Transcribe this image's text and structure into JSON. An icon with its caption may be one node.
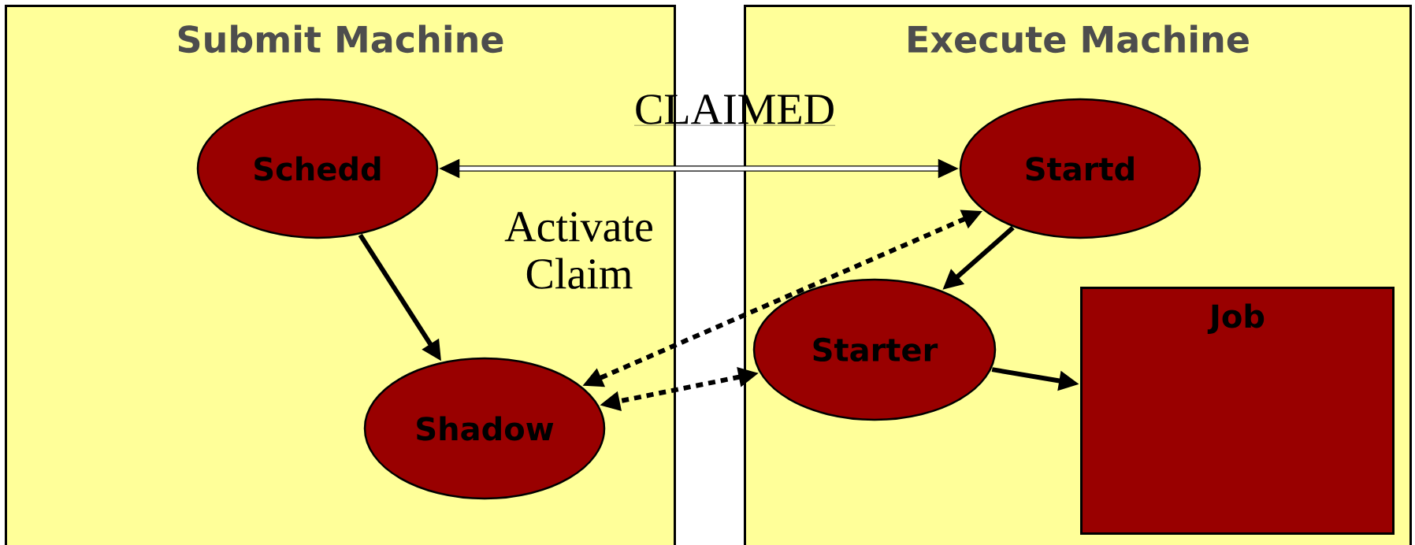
{
  "diagram": {
    "nodes": [
      {
        "text": [
          "Submit Machine"
        ]
      },
      {
        "text": [
          "Execute Machine"
        ]
      },
      {
        "text": [
          "Schedd"
        ],
        "in": 0
      },
      {
        "text": [
          "Shadow"
        ],
        "in": 0
      },
      {
        "text": [
          "Startd"
        ],
        "in": 1
      },
      {
        "text": [
          "Starter"
        ],
        "in": 1
      },
      {
        "text": [
          "Job"
        ],
        "in": 1
      }
    ],
    "edges": [
      {
        "from": 2,
        "to": 4,
        "arrow": "both",
        "label": "CLAIMED"
      },
      {
        "from": 2,
        "to": 3,
        "arrow": "to"
      },
      {
        "from": 4,
        "to": 3,
        "arrow": "both",
        "style": "dashed",
        "label": "Activate Claim"
      },
      {
        "from": 4,
        "to": 5,
        "arrow": "to"
      },
      {
        "from": 5,
        "to": 3,
        "arrow": "both",
        "style": "dashed"
      },
      {
        "from": 5,
        "to": 6,
        "arrow": "to"
      }
    ]
  }
}
